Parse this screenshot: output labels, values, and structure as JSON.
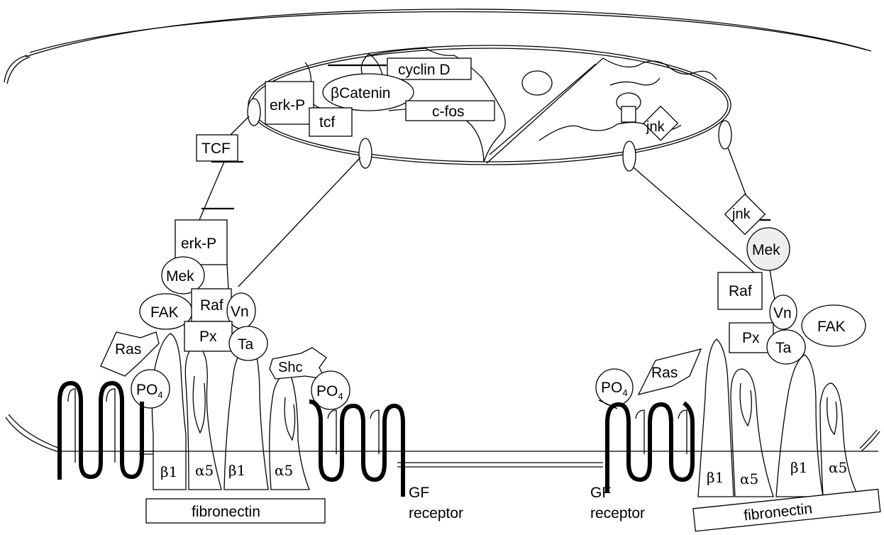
{
  "nucleus": {
    "cyclin_d": "cyclin D",
    "beta_catenin": "βCatenin",
    "c_fos": "c-fos",
    "erk_p": "erk-P",
    "tcf": "tcf",
    "jnk": "jnk"
  },
  "left": {
    "tcf_upper": "TCF",
    "erk_p": "erk-P",
    "mek": "Mek",
    "fak": "FAK",
    "raf": "Raf",
    "vn": "Vn",
    "px": "Px",
    "ta": "Ta",
    "ras": "Ras",
    "shc": "Shc",
    "po4_left": "PO",
    "po4_left_sub": "4",
    "po4_right": "PO",
    "po4_right_sub": "4",
    "integrins": [
      "β1",
      "α5",
      "β1",
      "α5"
    ],
    "fibronectin": "fibronectin",
    "gf_receptor": [
      "GF",
      "receptor"
    ]
  },
  "right": {
    "jnk": "jnk",
    "mek": "Mek",
    "raf": "Raf",
    "vn": "Vn",
    "px": "Px",
    "ta": "Ta",
    "fak": "FAK",
    "ras": "Ras",
    "po4": "PO",
    "po4_sub": "4",
    "integrins": [
      "β1",
      "α5",
      "β1",
      "α5"
    ],
    "fibronectin": "fibronectin",
    "gf_receptor": [
      "GF",
      "receptor"
    ]
  }
}
